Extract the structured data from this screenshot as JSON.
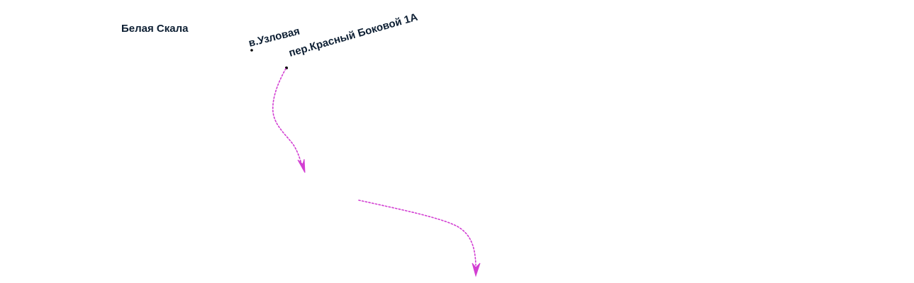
{
  "map": {
    "labels": {
      "town": "Белая Скала",
      "village": "в.Узловая",
      "street": "пер.Красный Боковой 1А"
    },
    "route_color": "#d23fd2",
    "text_color": "#0d1f33",
    "marker_color": "#000000"
  }
}
